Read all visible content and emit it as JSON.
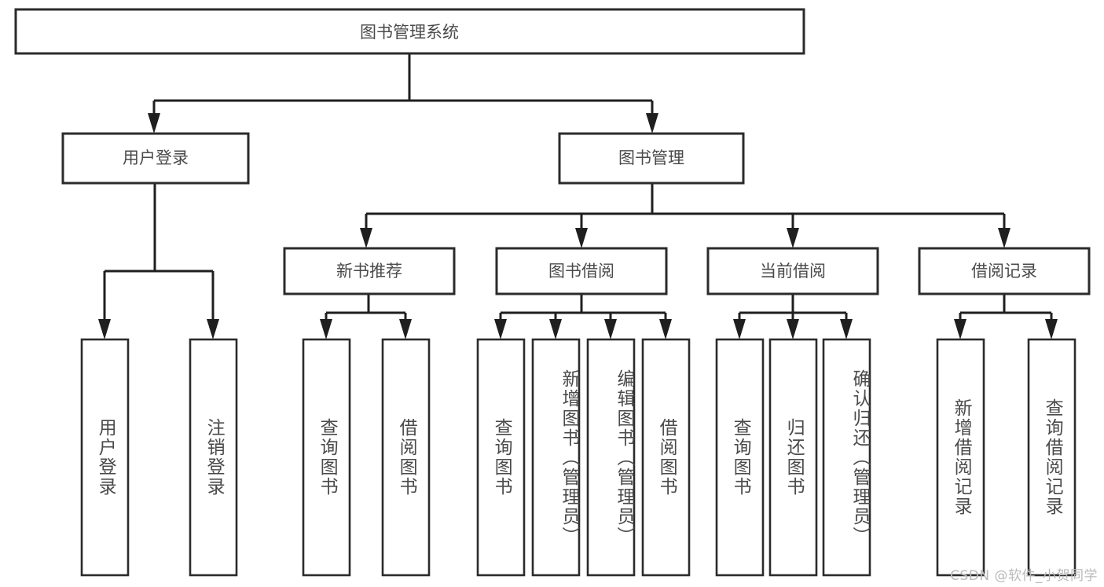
{
  "diagram": {
    "title": "图书管理系统",
    "type": "tree-hierarchy-chart",
    "orientation": "top-down",
    "colors": {
      "box_stroke": "#2b2b2b",
      "edge_stroke": "#1f1f1f",
      "box_fill": "#ffffff",
      "label_text": "#4a4a4a",
      "background": "#ffffff",
      "watermark_text": "#b9b9b9"
    },
    "root": {
      "id": "root",
      "label": "图书管理系统"
    },
    "level2": [
      {
        "id": "user-login",
        "label": "用户登录"
      },
      {
        "id": "book-management",
        "label": "图书管理"
      }
    ],
    "level3": [
      {
        "id": "new-book-recommend",
        "label": "新书推荐"
      },
      {
        "id": "book-borrow",
        "label": "图书借阅"
      },
      {
        "id": "current-borrow",
        "label": "当前借阅"
      },
      {
        "id": "borrow-record",
        "label": "借阅记录"
      }
    ],
    "leaves": {
      "user_login": [
        {
          "id": "leaf-user-login",
          "label": "用户登录"
        },
        {
          "id": "leaf-logout-login",
          "label": "注销登录"
        }
      ],
      "new_book_recommend": [
        {
          "id": "leaf-query-book-1",
          "label": "查询图书"
        },
        {
          "id": "leaf-borrow-book-1",
          "label": "借阅图书"
        }
      ],
      "book_borrow": [
        {
          "id": "leaf-query-book-2",
          "label": "查询图书"
        },
        {
          "id": "leaf-add-book",
          "label": "新增图书（管理员）"
        },
        {
          "id": "leaf-edit-book",
          "label": "编辑图书（管理员）"
        },
        {
          "id": "leaf-borrow-book-2",
          "label": "借阅图书"
        }
      ],
      "current_borrow": [
        {
          "id": "leaf-query-book-3",
          "label": "查询图书"
        },
        {
          "id": "leaf-return-book",
          "label": "归还图书"
        },
        {
          "id": "leaf-confirm-return",
          "label": "确认归还（管理员）"
        }
      ],
      "borrow_record": [
        {
          "id": "leaf-add-borrow-record",
          "label": "新增借阅记录"
        },
        {
          "id": "leaf-query-borrow-record",
          "label": "查询借阅记录"
        }
      ]
    }
  },
  "watermark": {
    "text": "CSDN @软件_小贺同学"
  }
}
